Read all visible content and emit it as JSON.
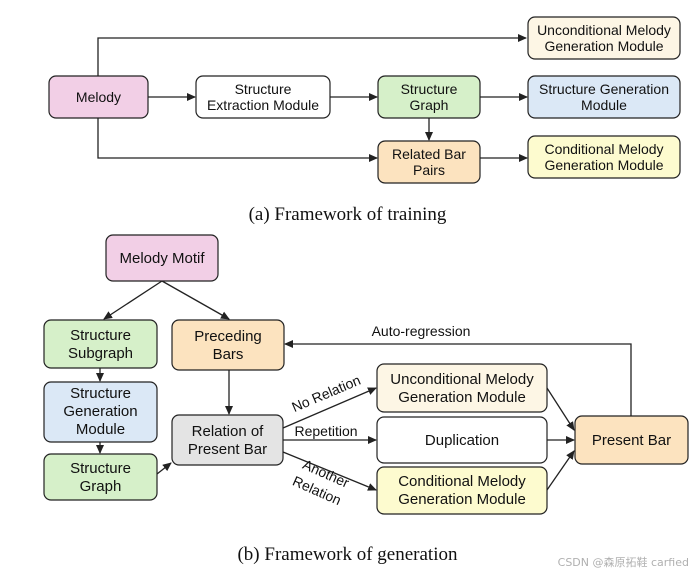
{
  "colors": {
    "pink": "#f2cfe6",
    "white": "#ffffff",
    "green": "#d6f0c9",
    "blue": "#dbe8f6",
    "orange": "#fce3bf",
    "cream": "#fdf6e5",
    "yellow": "#fdfbcf",
    "gray": "#e4e4e4",
    "stroke": "#222222"
  },
  "training": {
    "caption": "(a) Framework of training",
    "melody": "Melody",
    "extraction": [
      "Structure",
      "Extraction Module"
    ],
    "structure_graph": [
      "Structure",
      "Graph"
    ],
    "related_bar_pairs": [
      "Related Bar",
      "Pairs"
    ],
    "unconditional": [
      "Unconditional Melody",
      "Generation Module"
    ],
    "structure_generation": [
      "Structure Generation",
      "Module"
    ],
    "conditional": [
      "Conditional Melody",
      "Generation Module"
    ]
  },
  "generation": {
    "caption": "(b) Framework of generation",
    "melody_motif": "Melody Motif",
    "structure_subgraph": [
      "Structure",
      "Subgraph"
    ],
    "structure_generation": [
      "Structure",
      "Generation",
      "Module"
    ],
    "structure_graph": [
      "Structure",
      "Graph"
    ],
    "preceding_bars": [
      "Preceding",
      "Bars"
    ],
    "relation": [
      "Relation of",
      "Present Bar"
    ],
    "unconditional": [
      "Unconditional Melody",
      "Generation Module"
    ],
    "duplication": "Duplication",
    "conditional": [
      "Conditional Melody",
      "Generation Module"
    ],
    "present_bar": "Present Bar",
    "edge_no_relation": "No Relation",
    "edge_repetition": "Repetition",
    "edge_another_relation": [
      "Another",
      "Relation"
    ],
    "edge_autoregression": "Auto-regression"
  },
  "watermark": "CSDN @森原拓鞋  carfied"
}
